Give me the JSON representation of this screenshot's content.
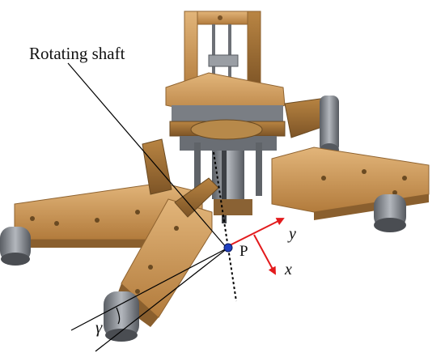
{
  "annotations": {
    "rotating_shaft": "Rotating shaft",
    "point": "P",
    "axis_y": "y",
    "axis_x": "x",
    "angle": "γ"
  },
  "colors": {
    "body": "#c9924e",
    "body_dark": "#8f6330",
    "body_light": "#e2b57a",
    "metal": "#8c9096",
    "metal_dark": "#4a4d52",
    "arrow": "#e31a1c",
    "point": "#1f3fbf",
    "line": "#000000"
  }
}
